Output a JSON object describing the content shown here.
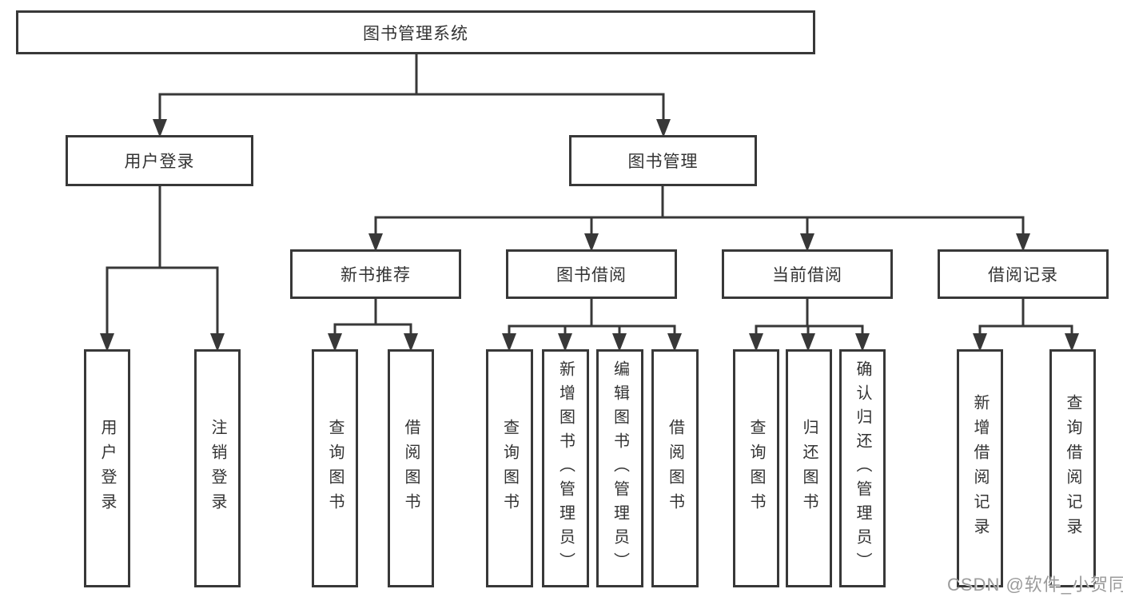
{
  "tree": {
    "label": "图书管理系统",
    "children": [
      {
        "label": "用户登录",
        "children": [
          {
            "label": "用户登录"
          },
          {
            "label": "注销登录"
          }
        ]
      },
      {
        "label": "图书管理",
        "children": [
          {
            "label": "新书推荐",
            "children": [
              {
                "label": "查询图书"
              },
              {
                "label": "借阅图书"
              }
            ]
          },
          {
            "label": "图书借阅",
            "children": [
              {
                "label": "查询图书"
              },
              {
                "label": "新增图书（管理员）"
              },
              {
                "label": "编辑图书（管理员）"
              },
              {
                "label": "借阅图书"
              }
            ]
          },
          {
            "label": "当前借阅",
            "children": [
              {
                "label": "查询图书"
              },
              {
                "label": "归还图书"
              },
              {
                "label": "确认归还（管理员）"
              }
            ]
          },
          {
            "label": "借阅记录",
            "children": [
              {
                "label": "新增借阅记录"
              },
              {
                "label": "查询借阅记录"
              }
            ]
          }
        ]
      }
    ]
  },
  "watermark": {
    "text": "CSDN @软件_小贺同学"
  },
  "colors": {
    "line": "#383838",
    "text": "#333333",
    "watermark": "#9b9b9b",
    "background": "#ffffff"
  }
}
